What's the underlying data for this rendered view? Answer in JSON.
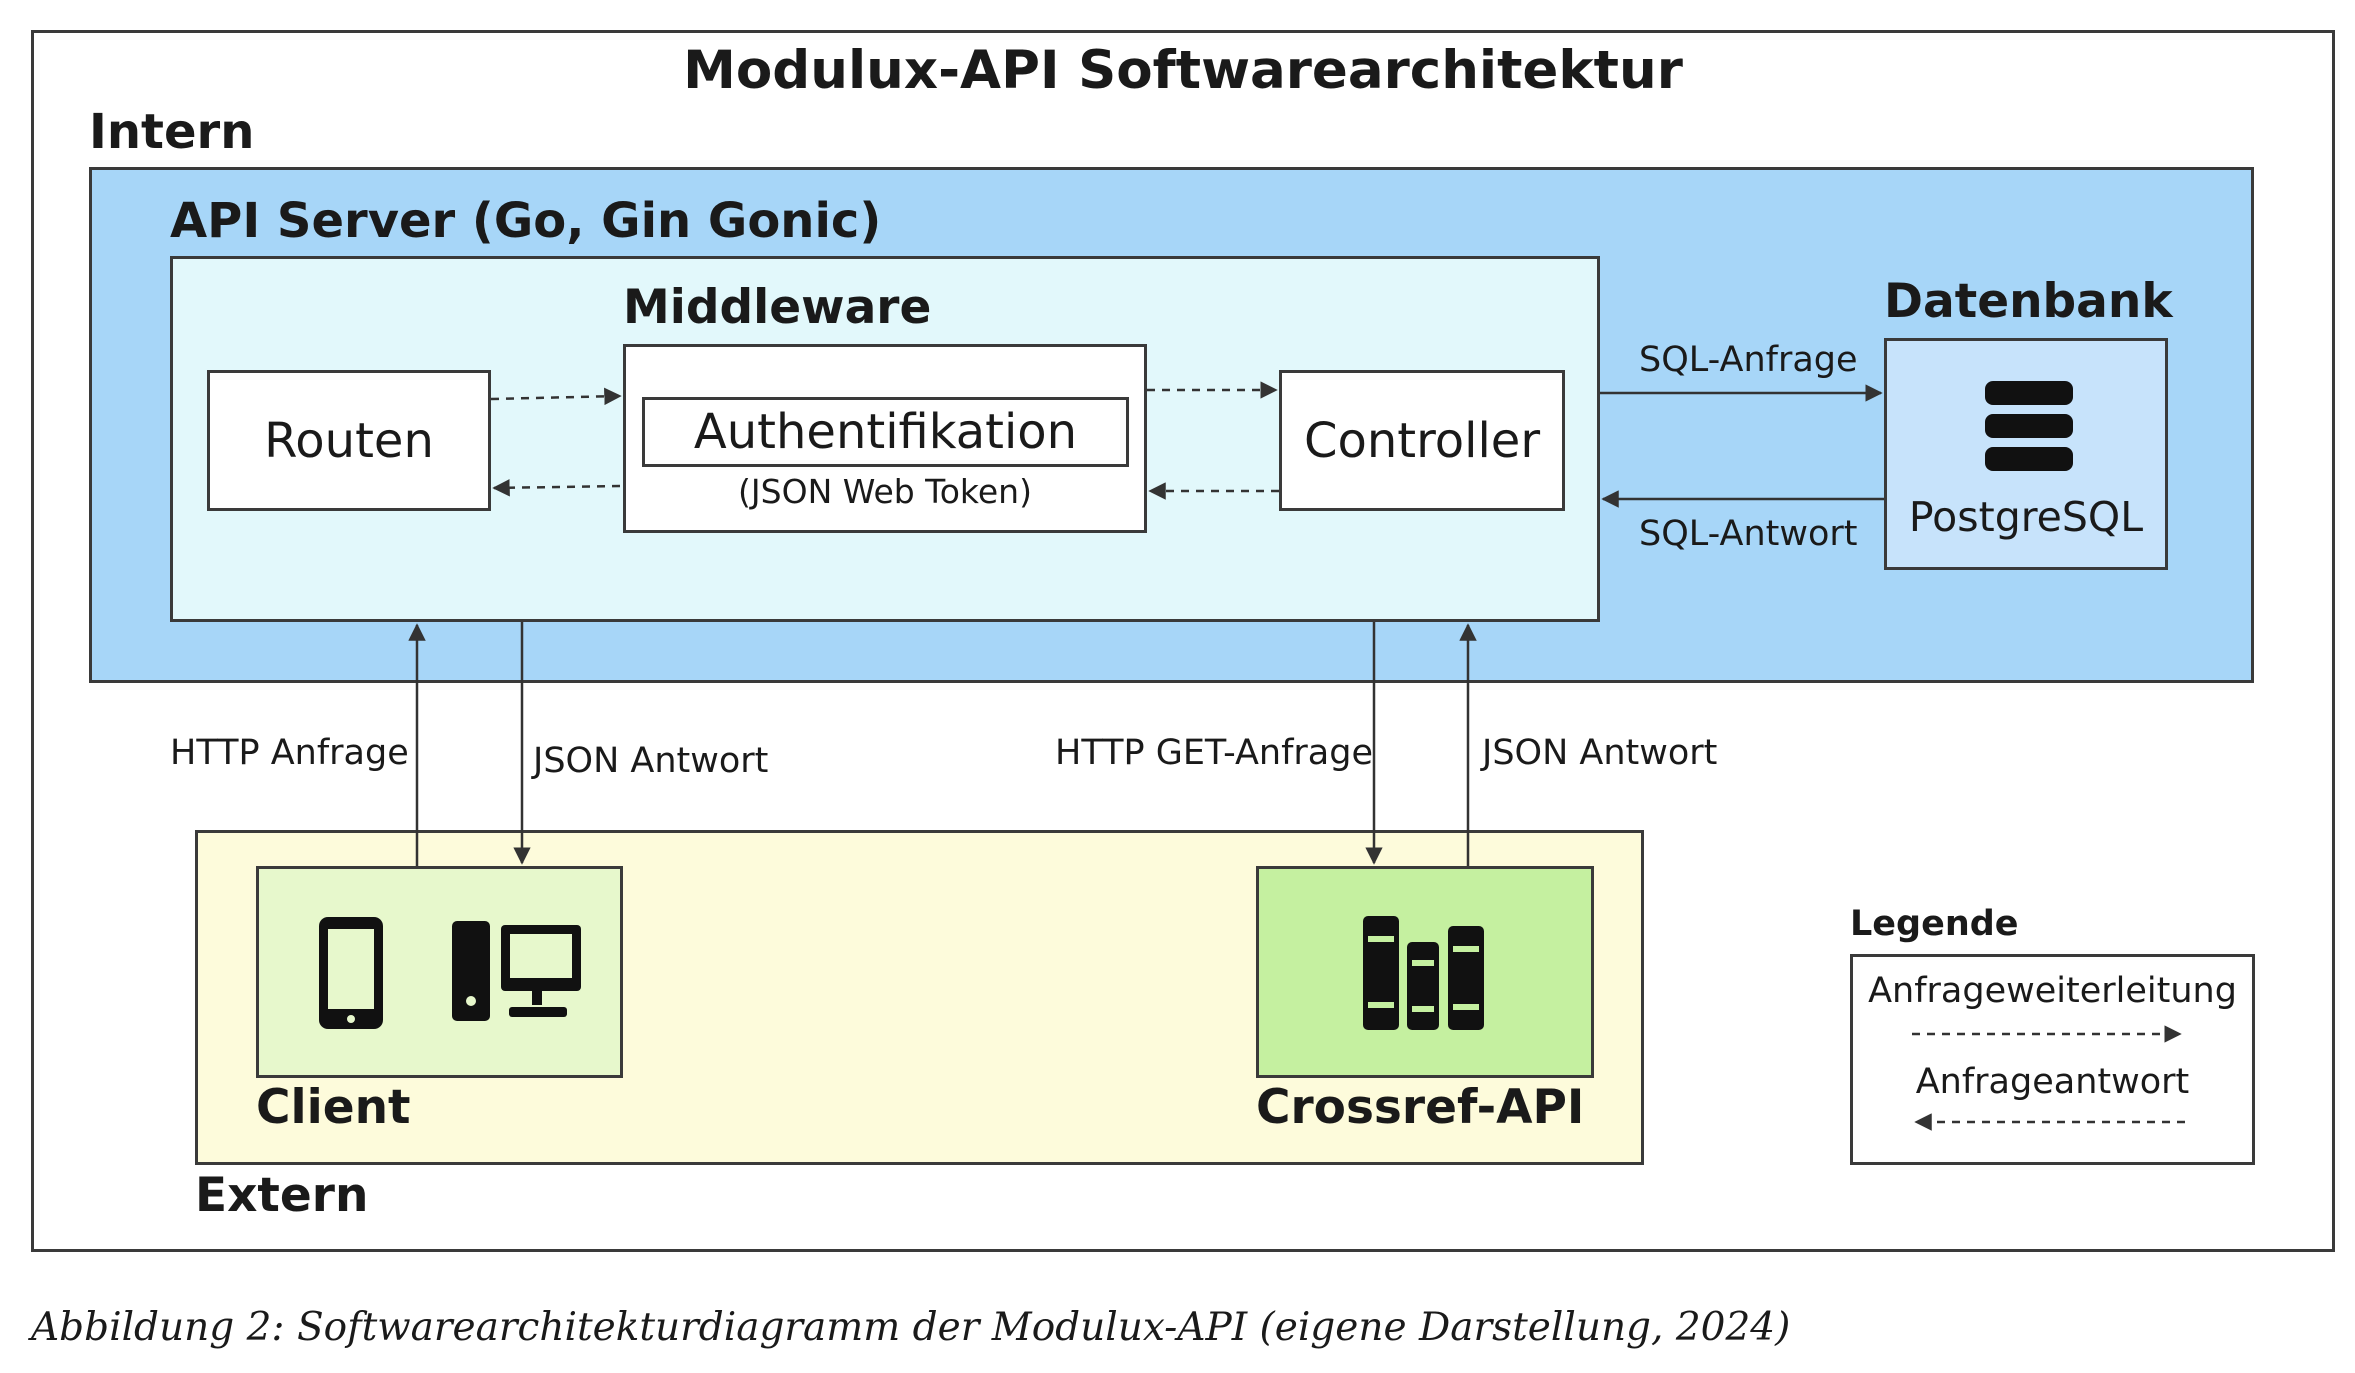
{
  "title": "Modulux-API Softwarearchitektur",
  "intern": {
    "label": "Intern",
    "server_label": "API Server (Go, Gin Gonic)",
    "middleware": {
      "label": "Middleware",
      "auth": "Authentifikation",
      "auth_sub": "(JSON Web Token)"
    },
    "routen": "Routen",
    "controller": "Controller",
    "datenbank": {
      "label": "Datenbank",
      "name": "PostgreSQL"
    },
    "sql_request": "SQL-Anfrage",
    "sql_response": "SQL-Antwort"
  },
  "arrows": {
    "http_request": "HTTP Anfrage",
    "json_response_client": "JSON Antwort",
    "http_get_request": "HTTP GET-Anfrage",
    "json_response_crossref": "JSON Antwort"
  },
  "extern": {
    "label": "Extern",
    "client": "Client",
    "crossref": "Crossref-API"
  },
  "legend": {
    "title": "Legende",
    "forward": "Anfrageweiterleitung",
    "response": "Anfrageantwort"
  },
  "caption": "Abbildung 2: Softwarearchitekturdiagramm der Modulux-API (eigene Darstellung, 2024)",
  "colors": {
    "intern_bg": "#a7d6f8",
    "server_bg": "#e2f8fb",
    "db_bg": "#c7e3fb",
    "extern_bg": "#fdfbdb",
    "client_bg": "#e7f8cc",
    "crossref_bg": "#c5f0a0"
  },
  "icons": {
    "database": "database-icon",
    "phone": "smartphone-icon",
    "desktop": "desktop-computer-icon",
    "crossref": "books-icon"
  }
}
